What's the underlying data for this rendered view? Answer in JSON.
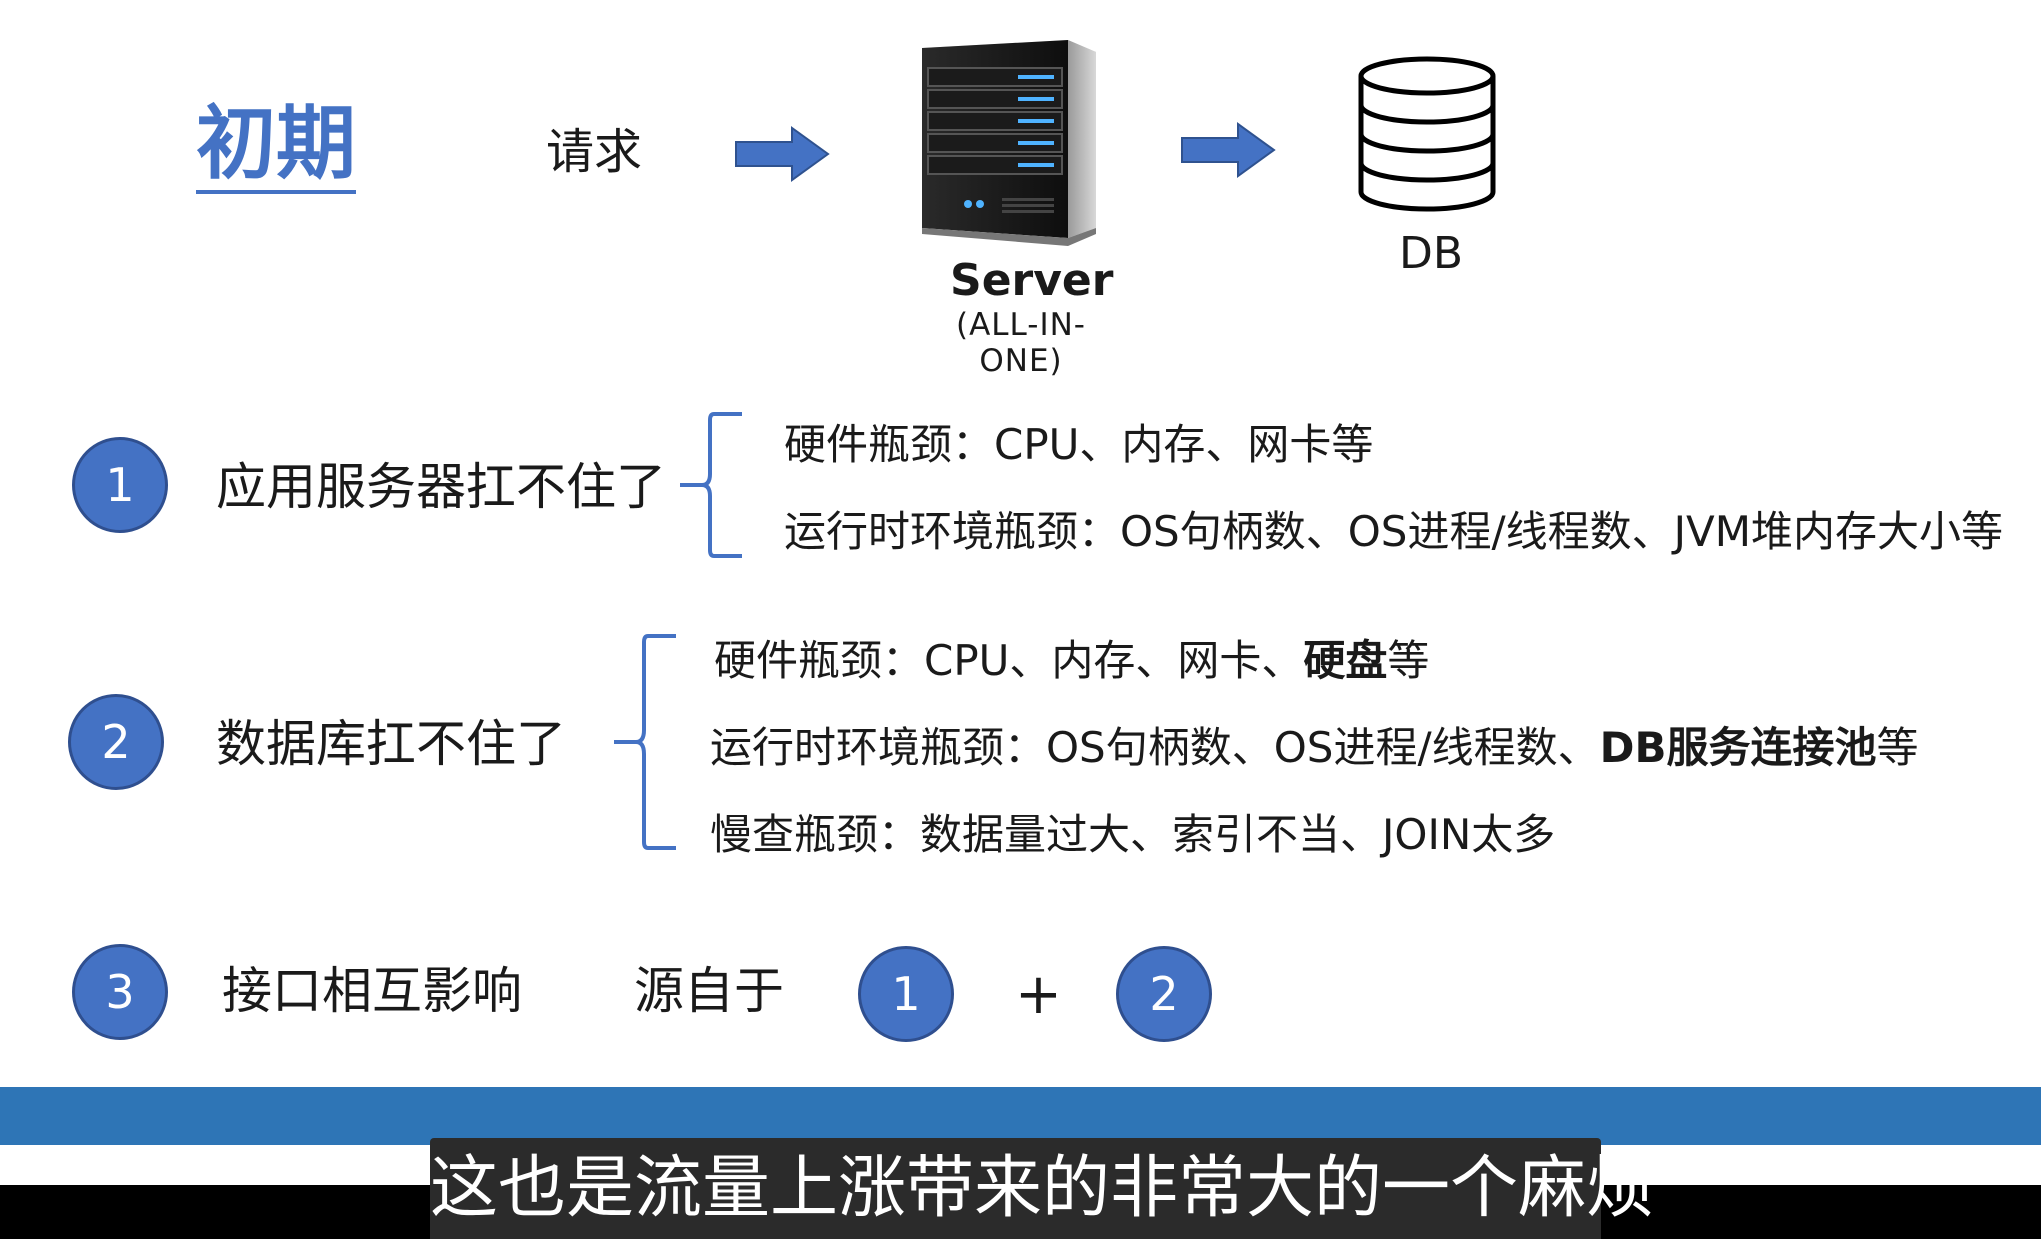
{
  "title": "初期",
  "flow": {
    "request_label": "请求",
    "server_label": "Server",
    "server_sub": "(ALL-IN-ONE)",
    "db_label": "DB"
  },
  "items": [
    {
      "number": "1",
      "heading": "应用服务器扛不住了",
      "details": [
        {
          "parts": [
            {
              "text": "硬件瓶颈：CPU、内存、网卡等",
              "bold": false
            }
          ]
        },
        {
          "parts": [
            {
              "text": "运行时环境瓶颈：OS句柄数、OS进程/线程数、JVM堆内存大小等",
              "bold": false
            }
          ]
        }
      ]
    },
    {
      "number": "2",
      "heading": "数据库扛不住了",
      "details": [
        {
          "parts": [
            {
              "text": "硬件瓶颈：CPU、内存、网卡、",
              "bold": false
            },
            {
              "text": "硬盘",
              "bold": true
            },
            {
              "text": "等",
              "bold": false
            }
          ]
        },
        {
          "parts": [
            {
              "text": "运行时环境瓶颈：OS句柄数、OS进程/线程数、",
              "bold": false
            },
            {
              "text": "DB服务连接池",
              "bold": true
            },
            {
              "text": "等",
              "bold": false
            }
          ]
        },
        {
          "parts": [
            {
              "text": "慢查瓶颈：数据量过大、索引不当、JOIN太多",
              "bold": false
            }
          ]
        }
      ]
    },
    {
      "number": "3",
      "heading": "接口相互影响",
      "source_label": "源自于",
      "ref_a": "1",
      "plus": "+",
      "ref_b": "2"
    }
  ],
  "subtitle": "这也是流量上涨带来的非常大的一个麻烦",
  "colors": {
    "accent": "#4472c4",
    "bar": "#2e75b6"
  }
}
